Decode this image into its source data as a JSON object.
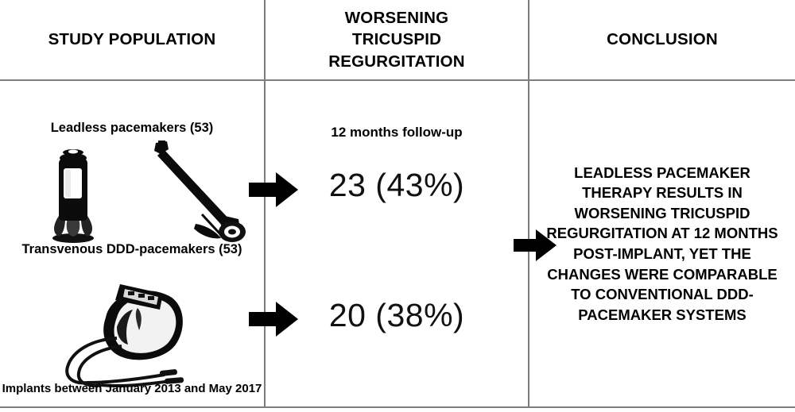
{
  "figure": {
    "type": "graphical-abstract",
    "columns": [
      {
        "id": "study-population",
        "header": "STUDY POPULATION"
      },
      {
        "id": "worsening-tr",
        "header": "WORSENING\nTRICUSPID\nREGURGITATION"
      },
      {
        "id": "conclusion",
        "header": "CONCLUSION"
      }
    ]
  },
  "headers": {
    "col1": "STUDY POPULATION",
    "col2_line1": "WORSENING",
    "col2_line2": "TRICUSPID",
    "col2_line3": "REGURGITATION",
    "col3": "CONCLUSION"
  },
  "study_population": {
    "leadless_label": "Leadless pacemakers (53)",
    "transvenous_label": "Transvenous DDD-pacemakers (53)",
    "implants_period": "Implants between January 2013 and May 2017",
    "leadless_count": 53,
    "transvenous_count": 53,
    "devices": [
      {
        "name": "leadless-pacemaker-capsule",
        "icon": "leadless-pacemaker-icon"
      },
      {
        "name": "delivery-catheter",
        "icon": "delivery-catheter-icon"
      },
      {
        "name": "transvenous-ddd-generator",
        "icon": "ddd-pacemaker-icon"
      }
    ]
  },
  "results": {
    "followup": "12 months follow-up",
    "followup_months": 12,
    "leadless_result": "23 (43%)",
    "transvenous_result": "20 (38%)",
    "rows": [
      {
        "group": "Leadless pacemakers",
        "n": 23,
        "percent": 43,
        "label": "23 (43%)"
      },
      {
        "group": "Transvenous DDD-pacemakers",
        "n": 20,
        "percent": 38,
        "label": "20 (38%)"
      }
    ]
  },
  "conclusion": {
    "text": "LEADLESS PACEMAKER THERAPY RESULTS IN WORSENING TRICUSPID REGURGITATION AT 12 MONTHS POST-IMPLANT, YET THE CHANGES WERE COMPARABLE TO CONVENTIONAL DDD-PACEMAKER SYSTEMS"
  },
  "arrows": {
    "arrow1": "arrow-right",
    "arrow2": "arrow-right",
    "arrow3": "arrow-right"
  },
  "colors": {
    "text": "#000000",
    "rule": "#7d7d7d",
    "background": "#ffffff",
    "arrow": "#000000"
  }
}
